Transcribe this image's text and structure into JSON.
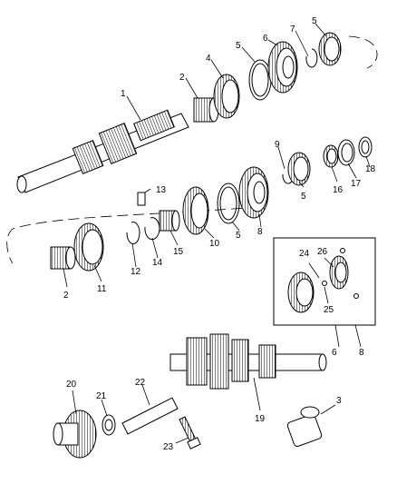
{
  "diagram": {
    "parts": [
      {
        "id": "p1",
        "number": "1"
      },
      {
        "id": "p2a",
        "number": "2"
      },
      {
        "id": "p2b",
        "number": "2"
      },
      {
        "id": "p3",
        "number": "3"
      },
      {
        "id": "p4",
        "number": "4"
      },
      {
        "id": "p5a",
        "number": "5"
      },
      {
        "id": "p5b",
        "number": "5"
      },
      {
        "id": "p5c",
        "number": "5"
      },
      {
        "id": "p5d",
        "number": "5"
      },
      {
        "id": "p6a",
        "number": "6"
      },
      {
        "id": "p6b",
        "number": "6"
      },
      {
        "id": "p7",
        "number": "7"
      },
      {
        "id": "p8a",
        "number": "8"
      },
      {
        "id": "p8b",
        "number": "8"
      },
      {
        "id": "p9",
        "number": "9"
      },
      {
        "id": "p10",
        "number": "10"
      },
      {
        "id": "p11",
        "number": "11"
      },
      {
        "id": "p12",
        "number": "12"
      },
      {
        "id": "p13",
        "number": "13"
      },
      {
        "id": "p14",
        "number": "14"
      },
      {
        "id": "p15",
        "number": "15"
      },
      {
        "id": "p16",
        "number": "16"
      },
      {
        "id": "p17",
        "number": "17"
      },
      {
        "id": "p18",
        "number": "18"
      },
      {
        "id": "p19",
        "number": "19"
      },
      {
        "id": "p20",
        "number": "20"
      },
      {
        "id": "p21",
        "number": "21"
      },
      {
        "id": "p22",
        "number": "22"
      },
      {
        "id": "p23",
        "number": "23"
      },
      {
        "id": "p24",
        "number": "24"
      },
      {
        "id": "p25",
        "number": "25"
      },
      {
        "id": "p26",
        "number": "26"
      }
    ]
  }
}
